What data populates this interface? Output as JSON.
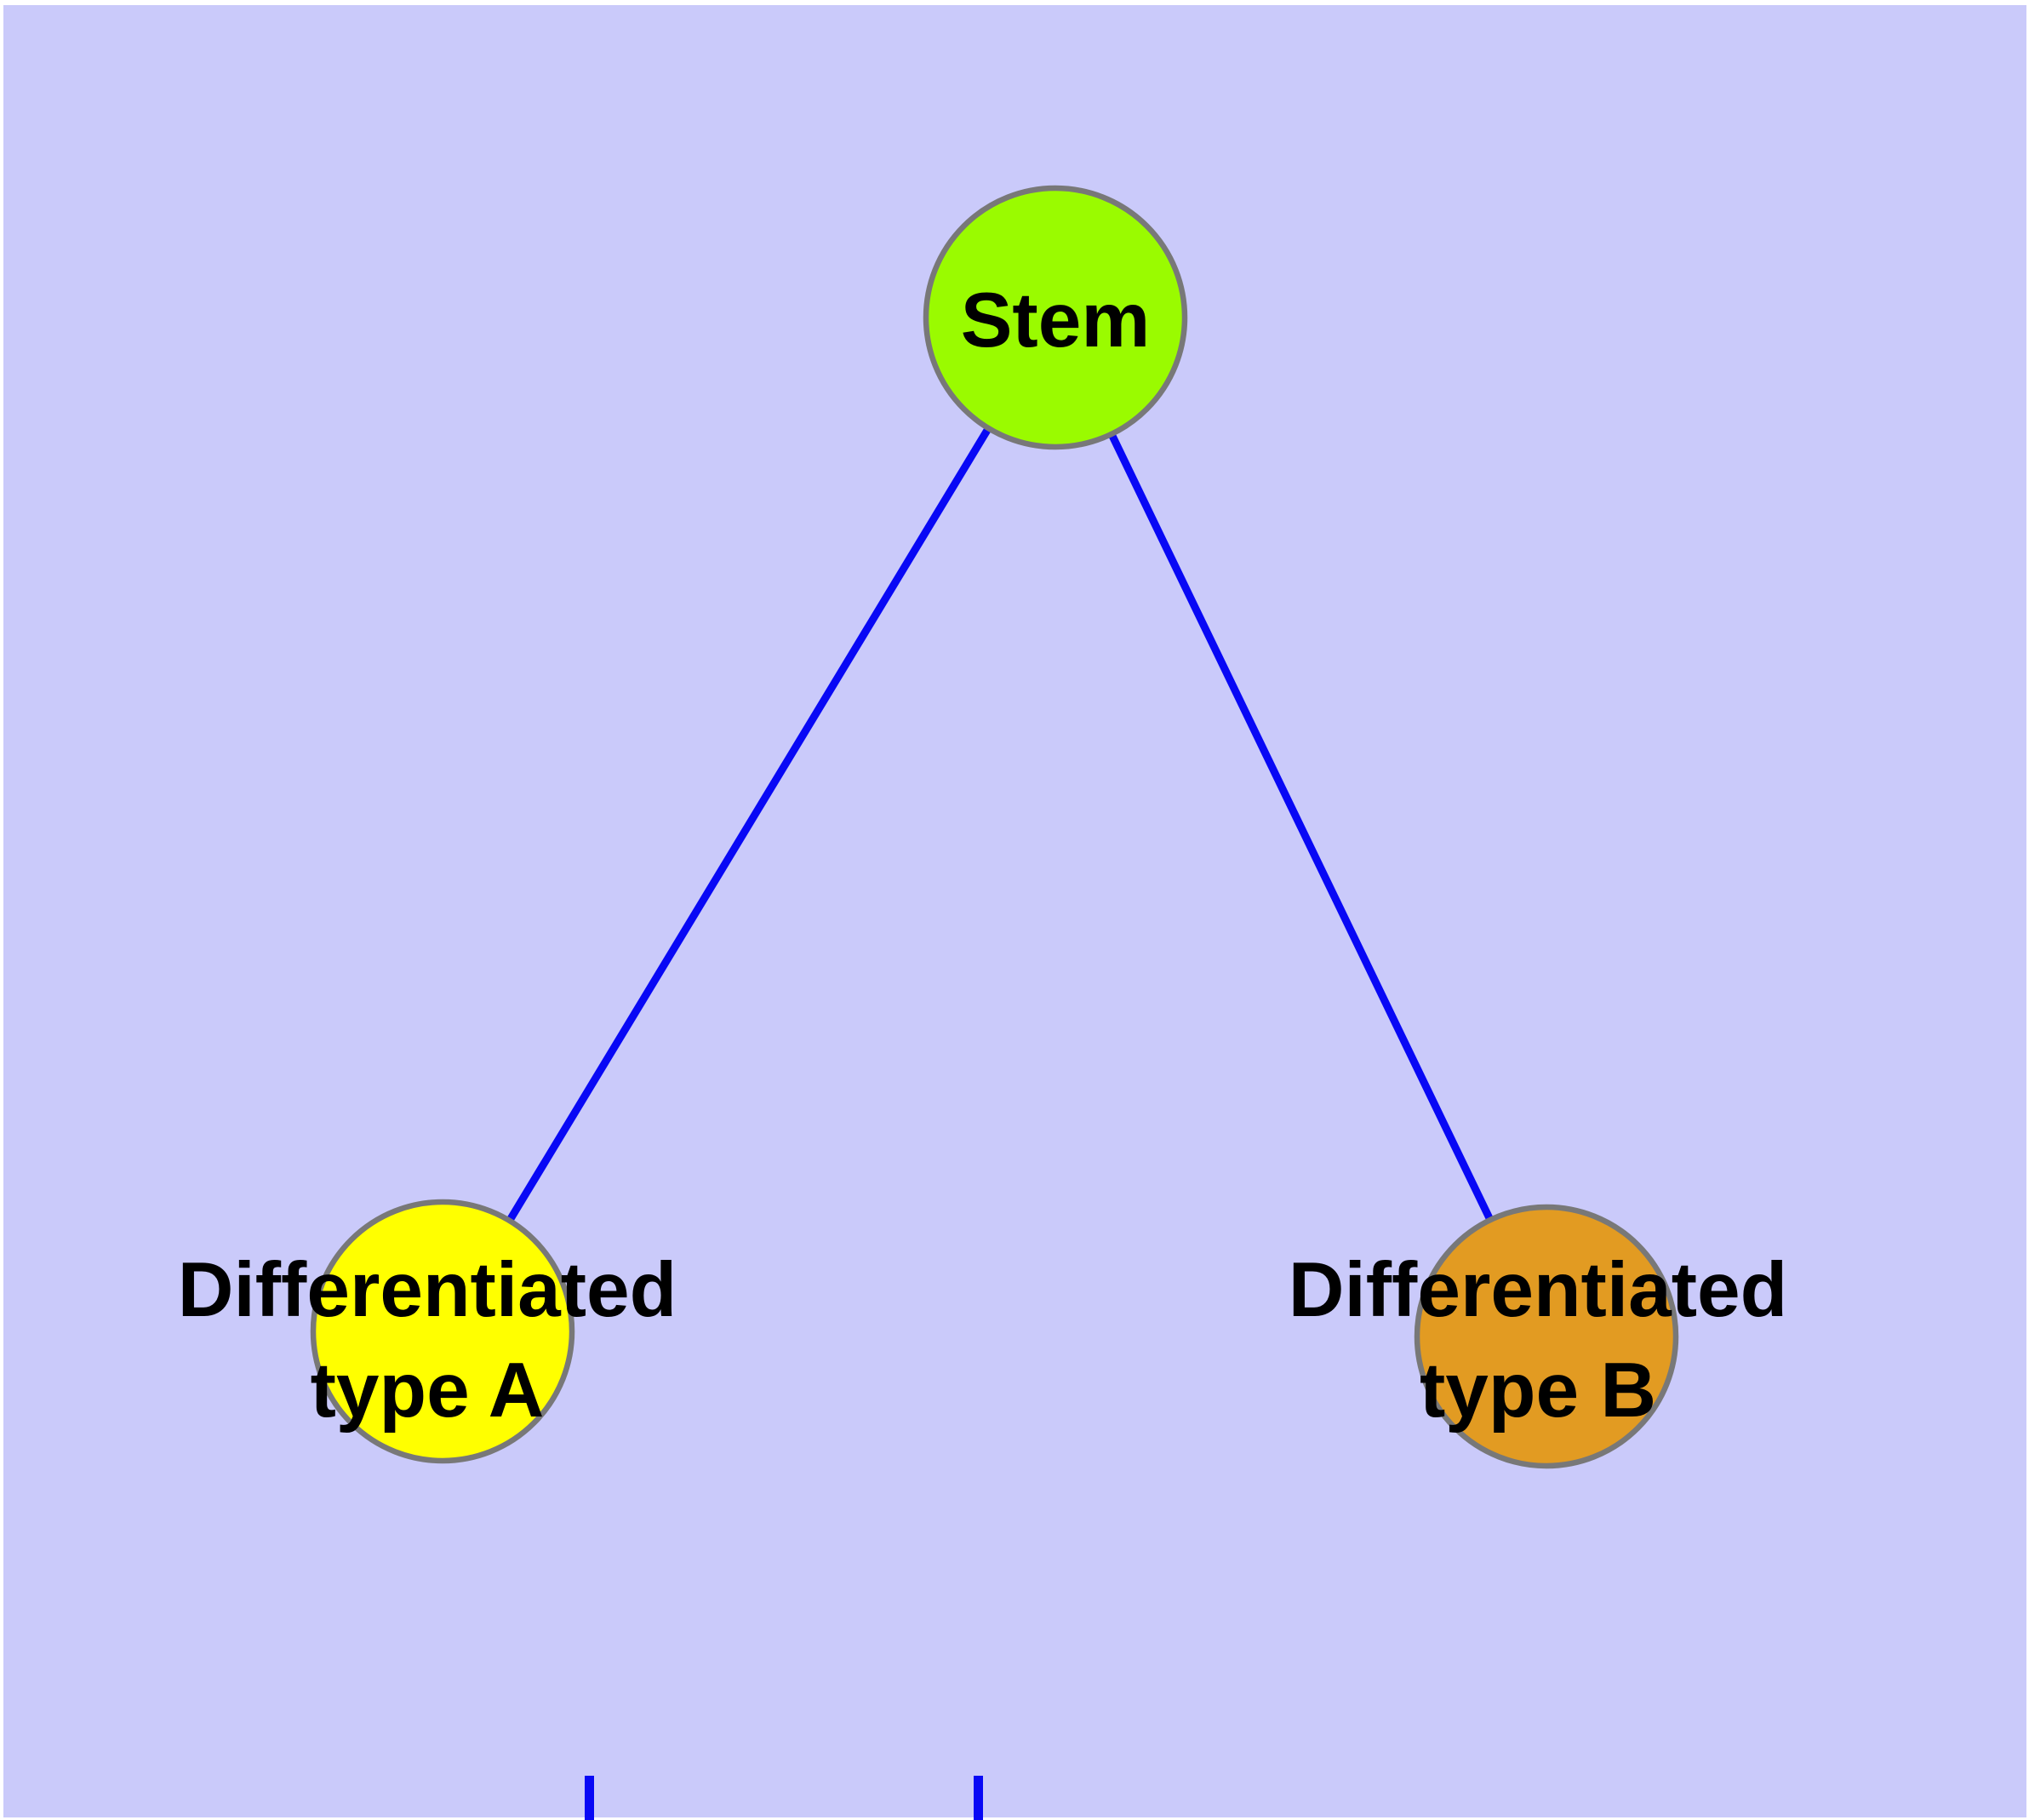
{
  "diagram": {
    "type": "node-link-graph",
    "background_color": "#CACAFA",
    "edge_color": "#0808F5",
    "node_border_color": "#787878",
    "node_label_color": "#000000",
    "nodes": [
      {
        "id": "stem",
        "label": "Stem",
        "fill": "#9AFB00"
      },
      {
        "id": "differentiated-type-a",
        "label_line1": "Differentiated",
        "label_line2": "type A",
        "fill": "#FFFF00"
      },
      {
        "id": "differentiated-type-b",
        "label_line1": "Differentiated",
        "label_line2": "type B",
        "fill": "#E29B22"
      }
    ],
    "edges": [
      {
        "from": "stem",
        "to": "differentiated-type-a"
      },
      {
        "from": "stem",
        "to": "differentiated-type-b"
      }
    ]
  }
}
